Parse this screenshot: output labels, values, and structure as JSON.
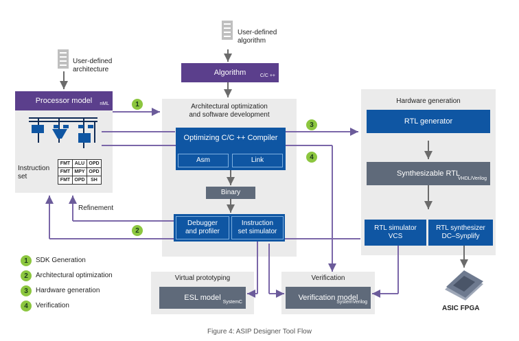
{
  "inputs": {
    "architecture": "User-defined\narchitecture",
    "algorithm_input": "User-defined\nalgorithm"
  },
  "algorithm_box": {
    "title": "Algorithm",
    "sub": "C/C ++"
  },
  "processor_model": {
    "title": "Processor model",
    "sub": "nML",
    "instruction_set_label": "Instruction\nset",
    "isa_rows": [
      [
        "FMT",
        "ALU",
        "OPD"
      ],
      [
        "FMT",
        "MPY",
        "OPD"
      ],
      [
        "FMT",
        "OPD",
        "SH"
      ]
    ]
  },
  "center": {
    "title": "Architectural optimization\nand software development",
    "compiler": "Optimizing C/C ++ Compiler",
    "asm": "Asm",
    "link": "Link",
    "binary": "Binary",
    "debugger": "Debugger\nand profiler",
    "iss": "Instruction\nset simulator"
  },
  "refinement": "Refinement",
  "hardware": {
    "title": "Hardware generation",
    "rtl_generator": "RTL generator",
    "synth_rtl": "Synthesizable RTL",
    "synth_rtl_sub": "VHDL/Verilog",
    "rtl_sim": "RTL simulator\nVCS",
    "rtl_synth": "RTL synthesizer\nDC–Synplify"
  },
  "vp": {
    "title": "Virtual prototyping",
    "esl": "ESL model",
    "esl_sub": "SystemC"
  },
  "verif": {
    "title": "Verification",
    "model": "Verification model",
    "model_sub": "SystemVerilog"
  },
  "chip_label": "ASIC FPGA",
  "badges": [
    "1",
    "2",
    "3",
    "4"
  ],
  "legend": [
    {
      "num": "1",
      "label": "SDK Generation"
    },
    {
      "num": "2",
      "label": "Architectural optimization"
    },
    {
      "num": "3",
      "label": "Hardware generation"
    },
    {
      "num": "4",
      "label": "Verification"
    }
  ],
  "caption": "Figure 4: ASIP Designer Tool Flow",
  "colors": {
    "purple": "#5b3f8c",
    "blue": "#0f56a3",
    "slate": "#5f6a7a",
    "badge": "#8cc63f",
    "arrow_gray": "#6b6b6b"
  }
}
